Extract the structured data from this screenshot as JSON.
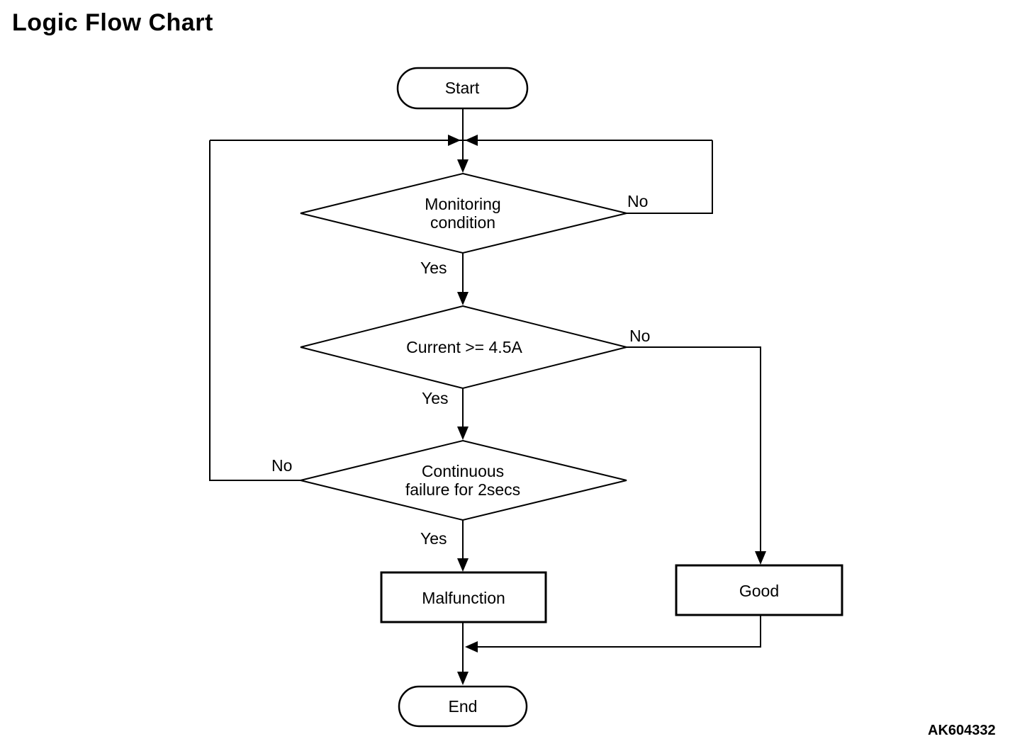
{
  "title": "Logic Flow Chart",
  "figure_code": "AK604332",
  "colors": {
    "line": "#000000",
    "background": "#ffffff"
  },
  "flowchart": {
    "nodes": {
      "start": {
        "type": "terminator",
        "label": "Start"
      },
      "monitoring": {
        "type": "decision",
        "line1": "Monitoring",
        "line2": "condition"
      },
      "current": {
        "type": "decision",
        "label": "Current >= 4.5A"
      },
      "continuous": {
        "type": "decision",
        "line1": "Continuous",
        "line2": "failure for 2secs"
      },
      "malfunction": {
        "type": "process",
        "label": "Malfunction"
      },
      "good": {
        "type": "process",
        "label": "Good"
      },
      "end": {
        "type": "terminator",
        "label": "End"
      }
    },
    "edge_labels": {
      "monitoring_yes": "Yes",
      "monitoring_no": "No",
      "current_yes": "Yes",
      "current_no": "No",
      "continuous_yes": "Yes",
      "continuous_no": "No"
    }
  }
}
